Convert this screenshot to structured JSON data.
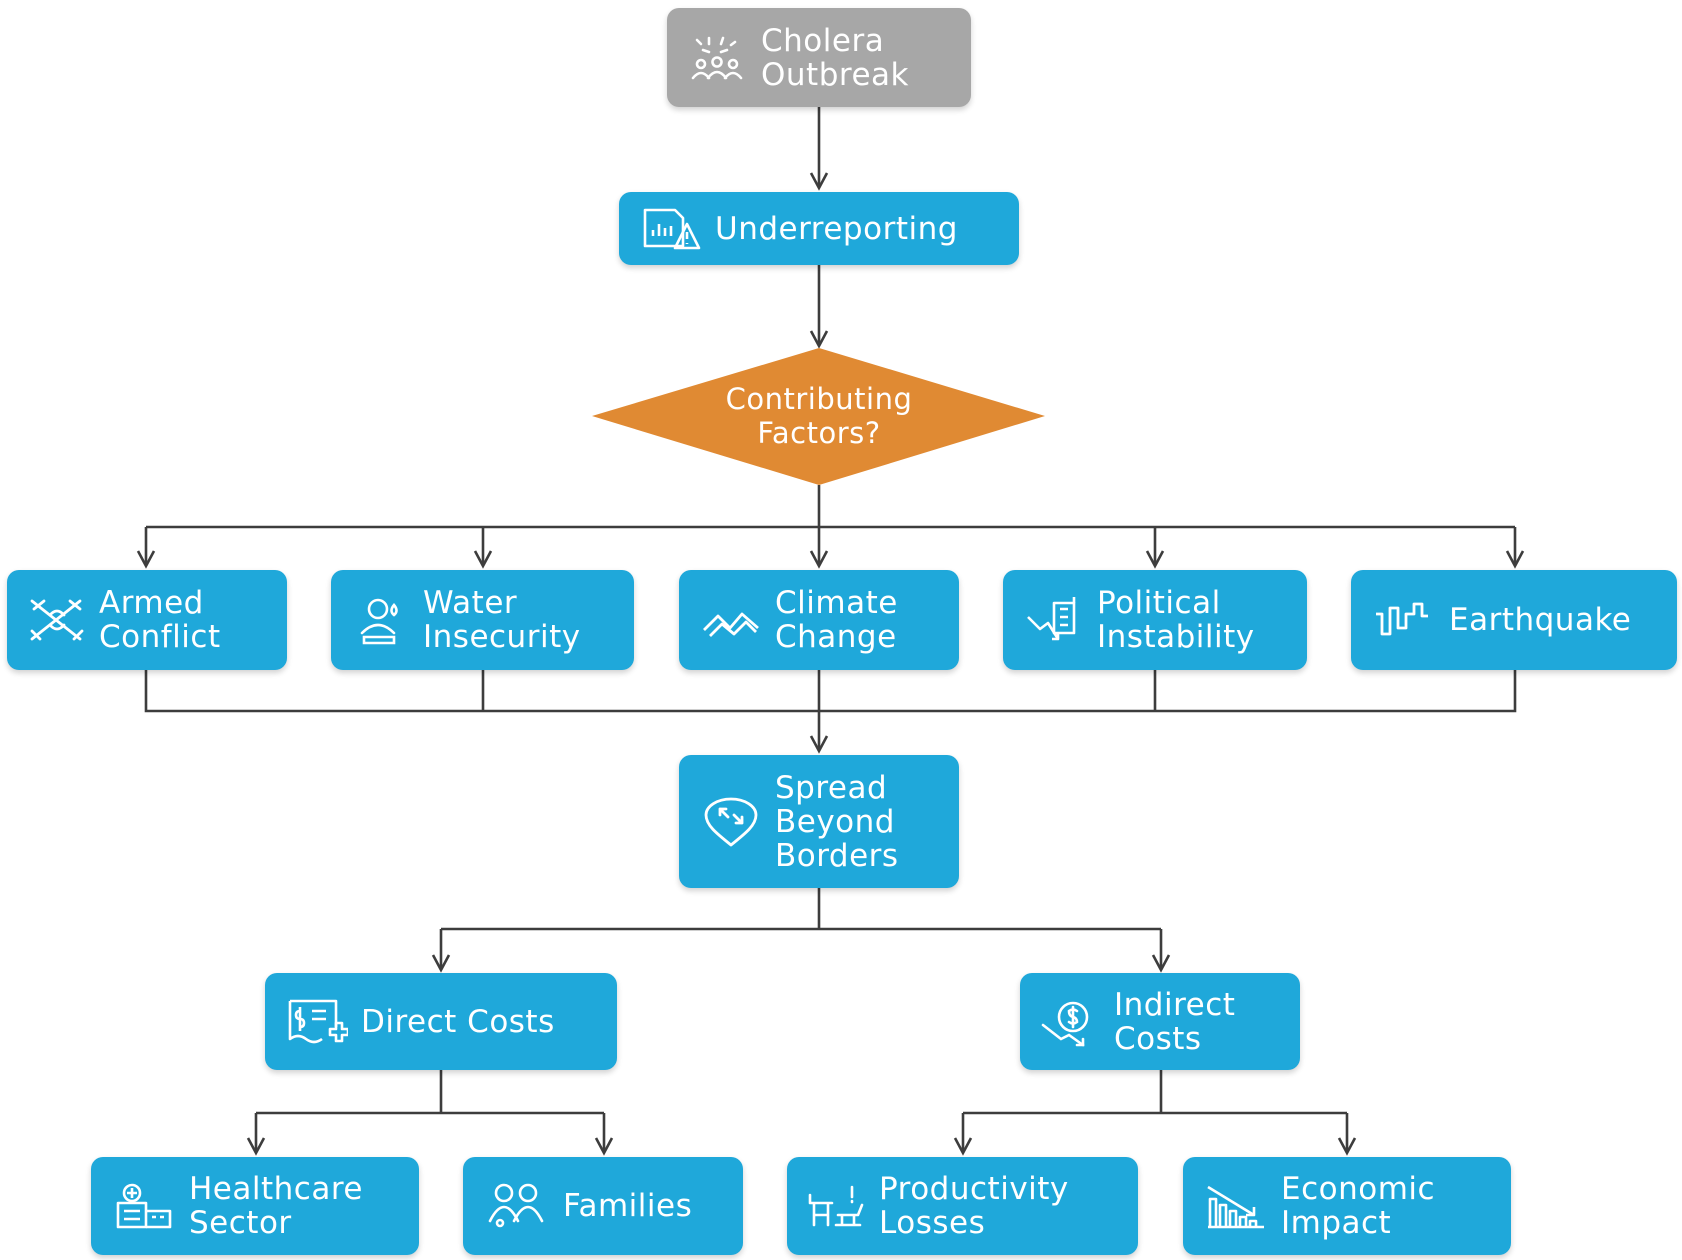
{
  "colors": {
    "node": "#1fa8da",
    "start": "#a7a7a7",
    "decision": "#e08a33",
    "line": "#3d3d3d",
    "text": "#ffffff"
  },
  "nodes": {
    "cholera_outbreak": {
      "label": "Cholera\nOutbreak",
      "icon": "people-group-icon"
    },
    "underreporting": {
      "label": "Underreporting",
      "icon": "report-warning-icon"
    },
    "contributing_factors": {
      "label": "Contributing\nFactors?"
    },
    "armed_conflict": {
      "label": "Armed\nConflict",
      "icon": "crossed-weapons-icon"
    },
    "water_insecurity": {
      "label": "Water\nInsecurity",
      "icon": "water-person-icon"
    },
    "climate_change": {
      "label": "Climate\nChange",
      "icon": "mountain-wave-icon"
    },
    "political_instability": {
      "label": "Political\nInstability",
      "icon": "building-decline-icon"
    },
    "earthquake": {
      "label": "Earthquake",
      "icon": "seismic-wave-icon"
    },
    "spread_beyond_borders": {
      "label": "Spread\nBeyond\nBorders",
      "icon": "map-pin-expand-icon"
    },
    "direct_costs": {
      "label": "Direct Costs",
      "icon": "bill-medical-icon"
    },
    "indirect_costs": {
      "label": "Indirect\nCosts",
      "icon": "dollar-decline-icon"
    },
    "healthcare_sector": {
      "label": "Healthcare\nSector",
      "icon": "hospital-icon"
    },
    "families": {
      "label": "Families",
      "icon": "family-icon"
    },
    "productivity_losses": {
      "label": "Productivity\nLosses",
      "icon": "idle-workstation-icon"
    },
    "economic_impact": {
      "label": "Economic\nImpact",
      "icon": "bar-chart-decline-icon"
    }
  }
}
